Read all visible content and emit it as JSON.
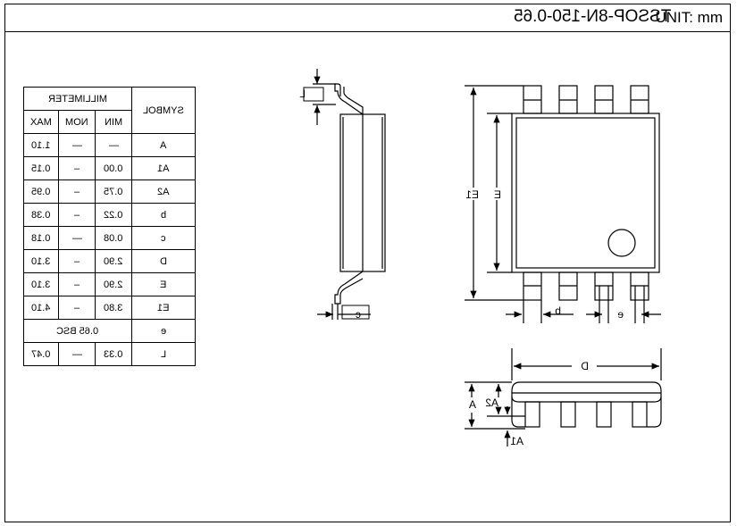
{
  "header": {
    "part_number": "TSSOP-8N-150-0.65",
    "unit_label": "UNIT: mm"
  },
  "table": {
    "header_group": "MILLIMETER",
    "col_symbol": "SYMBOL",
    "col_min": "MIN",
    "col_nom": "NOM",
    "col_max": "MAX",
    "rows": [
      {
        "symbol": "A",
        "min": "—",
        "nom": "—",
        "max": "1.10"
      },
      {
        "symbol": "A1",
        "min": "0.00",
        "nom": "–",
        "max": "0.15"
      },
      {
        "symbol": "A2",
        "min": "0.75",
        "nom": "–",
        "max": "0.95"
      },
      {
        "symbol": "b",
        "min": "0.22",
        "nom": "–",
        "max": "0.38"
      },
      {
        "symbol": "c",
        "min": "0.08",
        "nom": "—",
        "max": "0.18"
      },
      {
        "symbol": "D",
        "min": "2.90",
        "nom": "–",
        "max": "3.10"
      },
      {
        "symbol": "E",
        "min": "2.90",
        "nom": "–",
        "max": "3.10"
      },
      {
        "symbol": "E1",
        "min": "3.80",
        "nom": "–",
        "max": "4.10"
      },
      {
        "symbol": "e",
        "span": "0.65 BSC"
      },
      {
        "symbol": "L",
        "min": "0.33",
        "nom": "—",
        "max": "0.47"
      }
    ]
  },
  "labels": {
    "L": "L",
    "c": "c",
    "E": "E",
    "E1": "E1",
    "b": "b",
    "e": "e",
    "D": "D",
    "A": "A",
    "A2": "A2",
    "A1": "A1"
  }
}
